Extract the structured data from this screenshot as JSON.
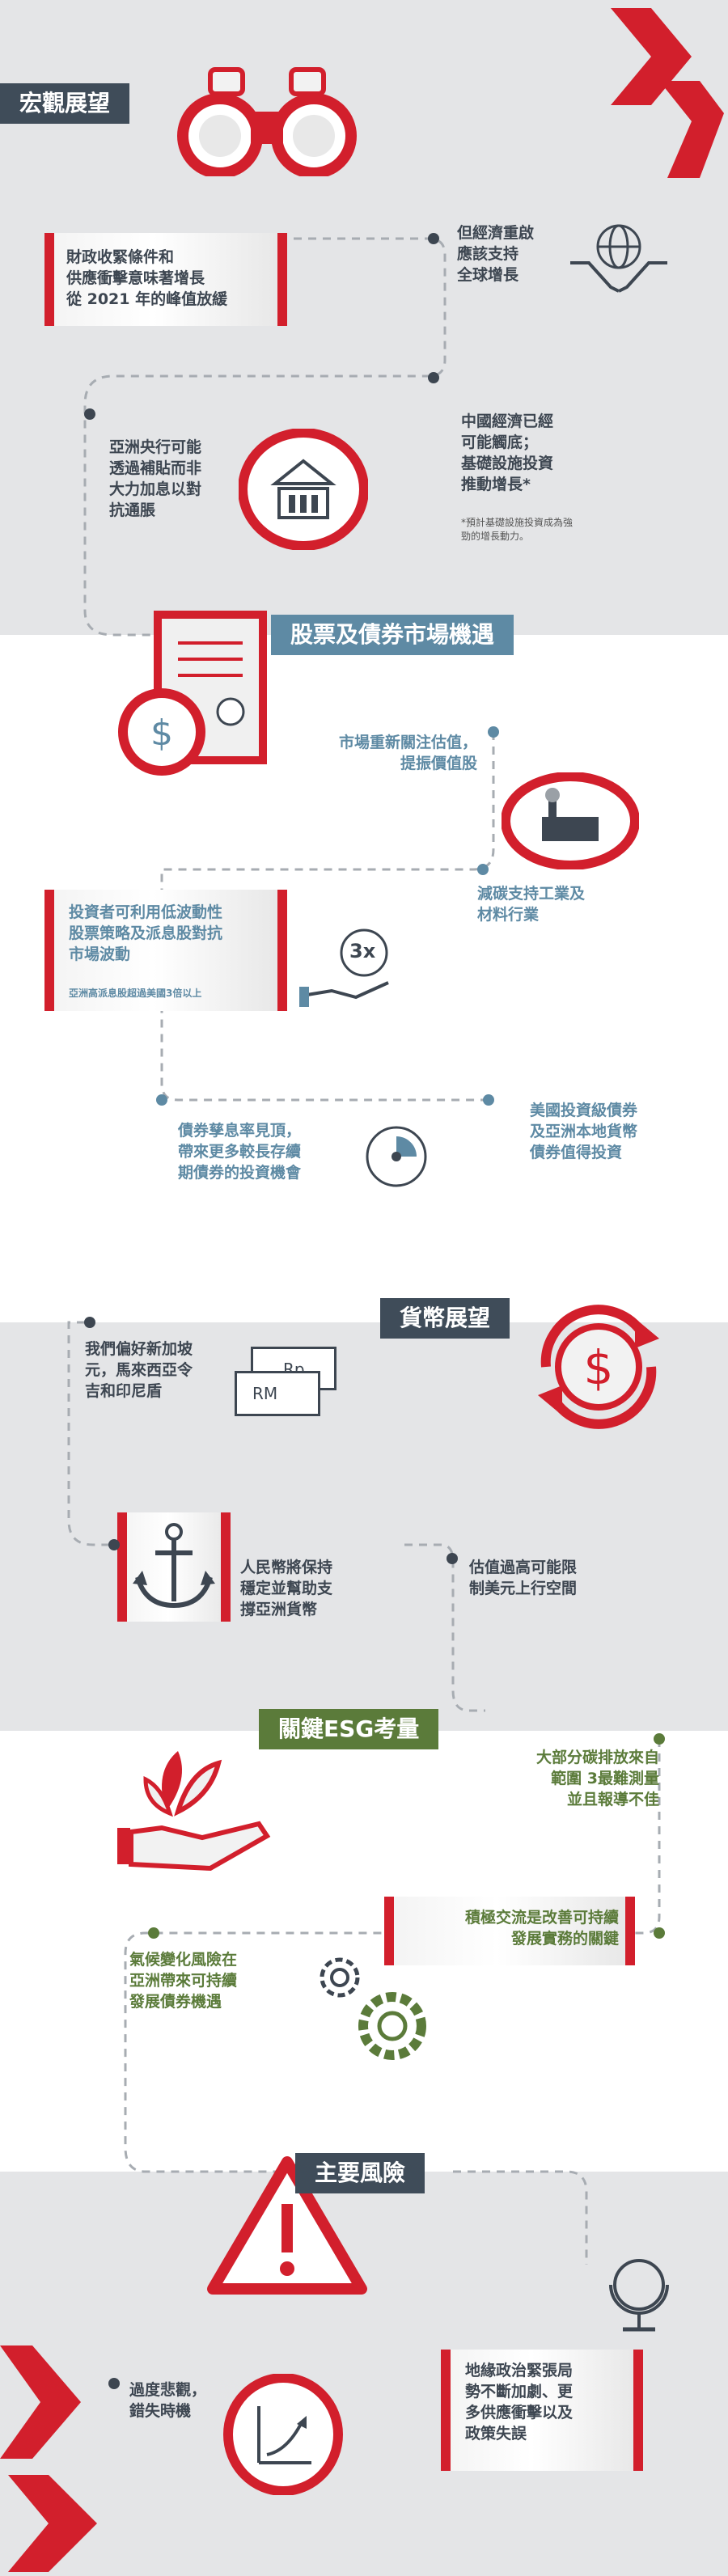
{
  "colors": {
    "red": "#d21f2c",
    "dark": "#3f4c59",
    "blue": "#5e8aa4",
    "green": "#5b7b3a",
    "gray": "#e4e5e7"
  },
  "section1": {
    "title": "宏觀展望",
    "item1": "財政收緊條件和\n供應衝擊意味著增長\n從 2021 年的峰值放緩",
    "item2": "但經濟重啟\n應該支持\n全球增長",
    "item3": "亞洲央行可能\n透過補貼而非\n大力加息以對\n抗通脹",
    "item4": "中國經濟已經\n可能觸底；\n基礎設施投資\n推動增長*",
    "footnote": "*預計基礎設施投資成為強\n勁的增長動力。",
    "icons": [
      "binoculars-icon",
      "hands-globe-icon",
      "bank-building-icon"
    ]
  },
  "section2": {
    "title": "股票及債券市場機遇",
    "item1": "市場重新關注估值，\n提振價值股",
    "item2": "減碳支持工業及\n材料行業",
    "item3": "投資者可利用低波動性\n股票策略及派息股對抗\n市場波動",
    "item3_sub": "亞洲高派息股超過美國3倍以上",
    "badge": "3x",
    "item4": "債券孳息率見頂，\n帶來更多較長存續\n期債券的投資機會",
    "item5": "美國投資級債券\n及亞洲本地貨幣\n債券值得投資",
    "icons": [
      "certificate-dollar-icon",
      "factory-icon",
      "hand-3x-icon",
      "clock-icon"
    ]
  },
  "section3": {
    "title": "貨幣展望",
    "item1": "我們偏好新加坡\n元，馬來西亞令\n吉和印尼盾",
    "note_rp": "Rp",
    "note_rm": "RM",
    "item2": "人民幣將保持\n穩定並幫助支\n撐亞洲貨幣",
    "item3": "估值過高可能限\n制美元上行空間",
    "icons": [
      "dollar-cycle-icon",
      "currency-notes-icon",
      "anchor-icon"
    ]
  },
  "section4": {
    "title": "關鍵ESG考量",
    "item1": "大部分碳排放來自\n範圍 3最難測量\n並且報導不佳",
    "item2": "積極交流是改善可持續\n發展實務的關鍵",
    "item3": "氣候變化風險在\n亞洲帶來可持續\n發展債券機遇",
    "icons": [
      "hand-leaf-icon",
      "gears-icon"
    ]
  },
  "section5": {
    "title": "主要風險",
    "item1": "過度悲觀，\n錯失時機",
    "item2": "地緣政治緊張局\n勢不斷加劇、更\n多供應衝擊以及\n政策失誤",
    "icons": [
      "warning-icon",
      "globe-stand-icon",
      "growth-chart-icon"
    ]
  }
}
